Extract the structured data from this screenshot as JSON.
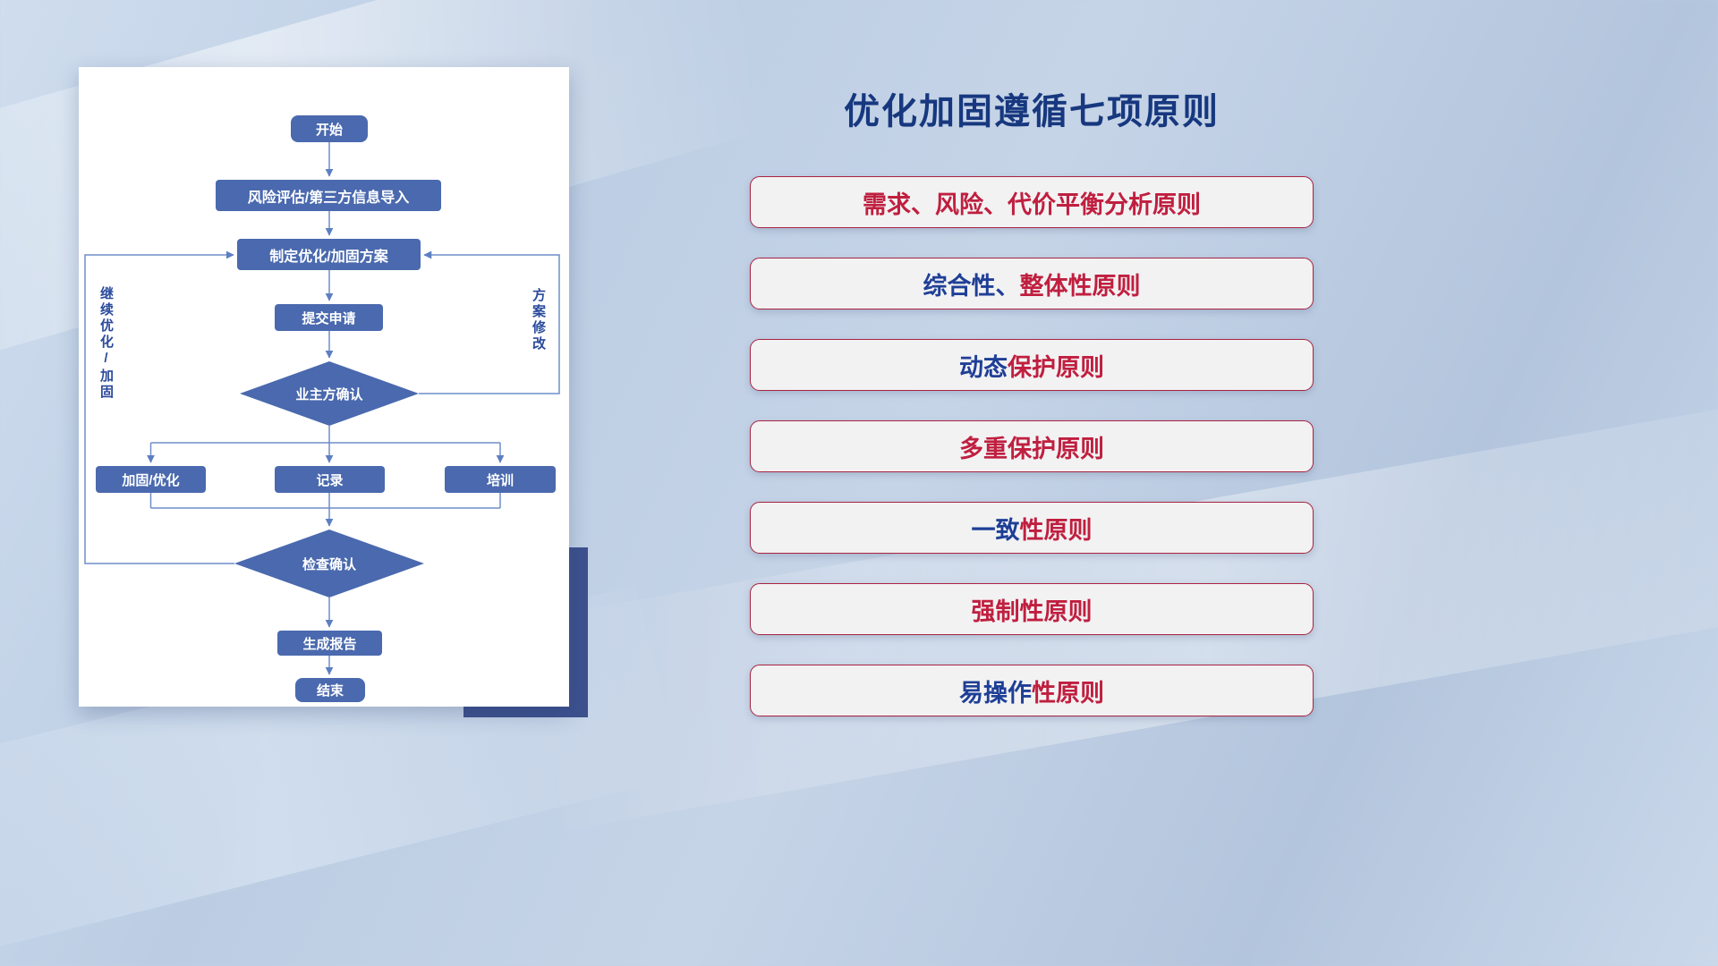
{
  "flow_panel": {
    "nodes": {
      "start": "开始",
      "risk_import": "风险评估/第三方信息导入",
      "make_plan": "制定优化/加固方案",
      "submit": "提交申请",
      "owner_confirm": "业主方确认",
      "reinforce": "加固/优化",
      "record": "记录",
      "training": "培训",
      "check_confirm": "检查确认",
      "report": "生成报告",
      "end": "结束"
    },
    "loop_labels": {
      "left": "继续优化/加固",
      "right": "方案修改"
    }
  },
  "principles_panel": {
    "title": "优化加固遵循七项原则",
    "items": [
      {
        "label": "需求、风险、代价平衡分析原则",
        "part1": "",
        "part2": "需求、风险、代价平衡分析原则"
      },
      {
        "label": "综合性、整体性原则",
        "part1": "综合性、",
        "part2": "整体性原则"
      },
      {
        "label": "动态保护原则",
        "part1": "动态",
        "part2": "保护原则"
      },
      {
        "label": "多重保护原则",
        "part1": "",
        "part2": "多重保护原则"
      },
      {
        "label": "一致性原则",
        "part1": "一致",
        "part2": "性原则"
      },
      {
        "label": "强制性原则",
        "part1": "",
        "part2": "强制性原则"
      },
      {
        "label": "易操作性原则",
        "part1": "易操作",
        "part2": "性原则"
      }
    ]
  },
  "colors": {
    "node_fill": "#4a69ae",
    "connector": "#6e8dc8",
    "title_blue": "#17387f",
    "text_red": "#c01f3f",
    "text_blue": "#1f3f96",
    "card_border": "#a92340",
    "card_bg": "#f2f2f3",
    "accent_navy": "#3d518e"
  }
}
